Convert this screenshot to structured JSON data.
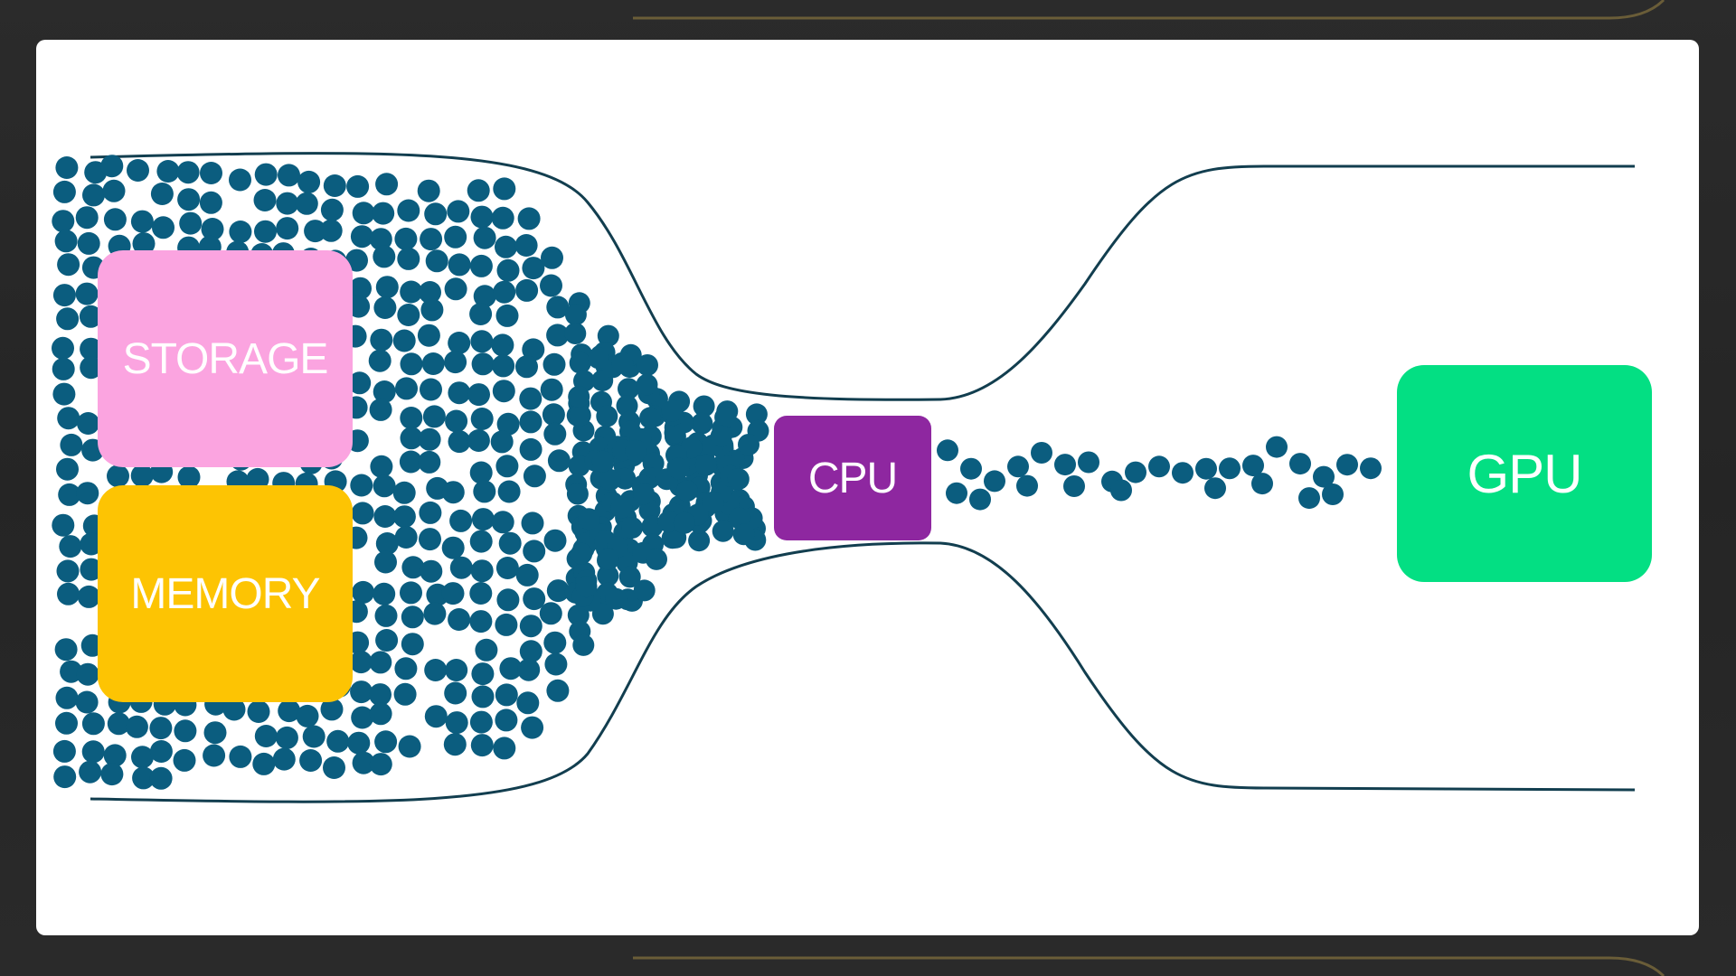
{
  "diagram": {
    "blocks": {
      "storage": {
        "label": "STORAGE",
        "color": "#fba4e0"
      },
      "memory": {
        "label": "MEMORY",
        "color": "#fdc403"
      },
      "cpu": {
        "label": "CPU",
        "color": "#8e27a0"
      },
      "gpu": {
        "label": "GPU",
        "color": "#03df83"
      }
    },
    "particle_color": "#0b5d7f",
    "outline_color": "#123e4f"
  }
}
